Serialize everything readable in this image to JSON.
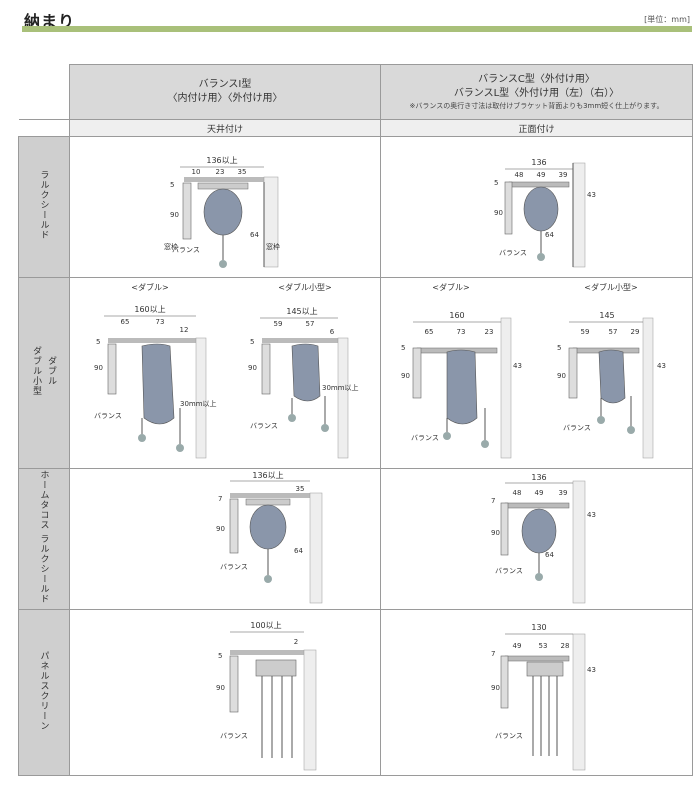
{
  "page": {
    "title": "納まり",
    "unit": "[単位：mm]"
  },
  "header": {
    "col1": {
      "line1": "バランスⅠ型",
      "line2": "〈内付け用〉〈外付け用〉",
      "mount": "天井付け"
    },
    "col2": {
      "line1": "バランスC型〈外付け用〉",
      "line2": "バランスL型〈外付け用（左）（右）〉",
      "note": "※バランスの奥行き寸法は取付けブラケット背面よりも3mm短く仕上がります。",
      "mount": "正面付け"
    }
  },
  "rows": [
    {
      "label": "ラルクシールド"
    },
    {
      "label_a": "ダブル",
      "label_b": "ダブル小型"
    },
    {
      "label": "ホームタコス ラルクシールド"
    },
    {
      "label": "パネルスクリーン"
    }
  ],
  "text": {
    "balance": "バランス",
    "double": "<ダブル>",
    "double_small": "<ダブル小型>",
    "window_frame": "窓枠",
    "d136up": "136以上",
    "d136": "136",
    "d160up": "160以上",
    "d160": "160",
    "d145up": "145以上",
    "d145": "145",
    "d100up": "100以上",
    "d130": "130",
    "d30up": "30mm以上",
    "n10": "10",
    "n23": "23",
    "n35": "35",
    "n64": "64",
    "n90": "90",
    "n5": "5",
    "n7": "7",
    "n43": "43",
    "n48": "48",
    "n49": "49",
    "n39": "39",
    "n65": "65",
    "n73": "73",
    "n12": "12",
    "n59": "59",
    "n57": "57",
    "n6": "6",
    "n29": "29",
    "n53": "53",
    "n28": "28",
    "n2": "2"
  }
}
